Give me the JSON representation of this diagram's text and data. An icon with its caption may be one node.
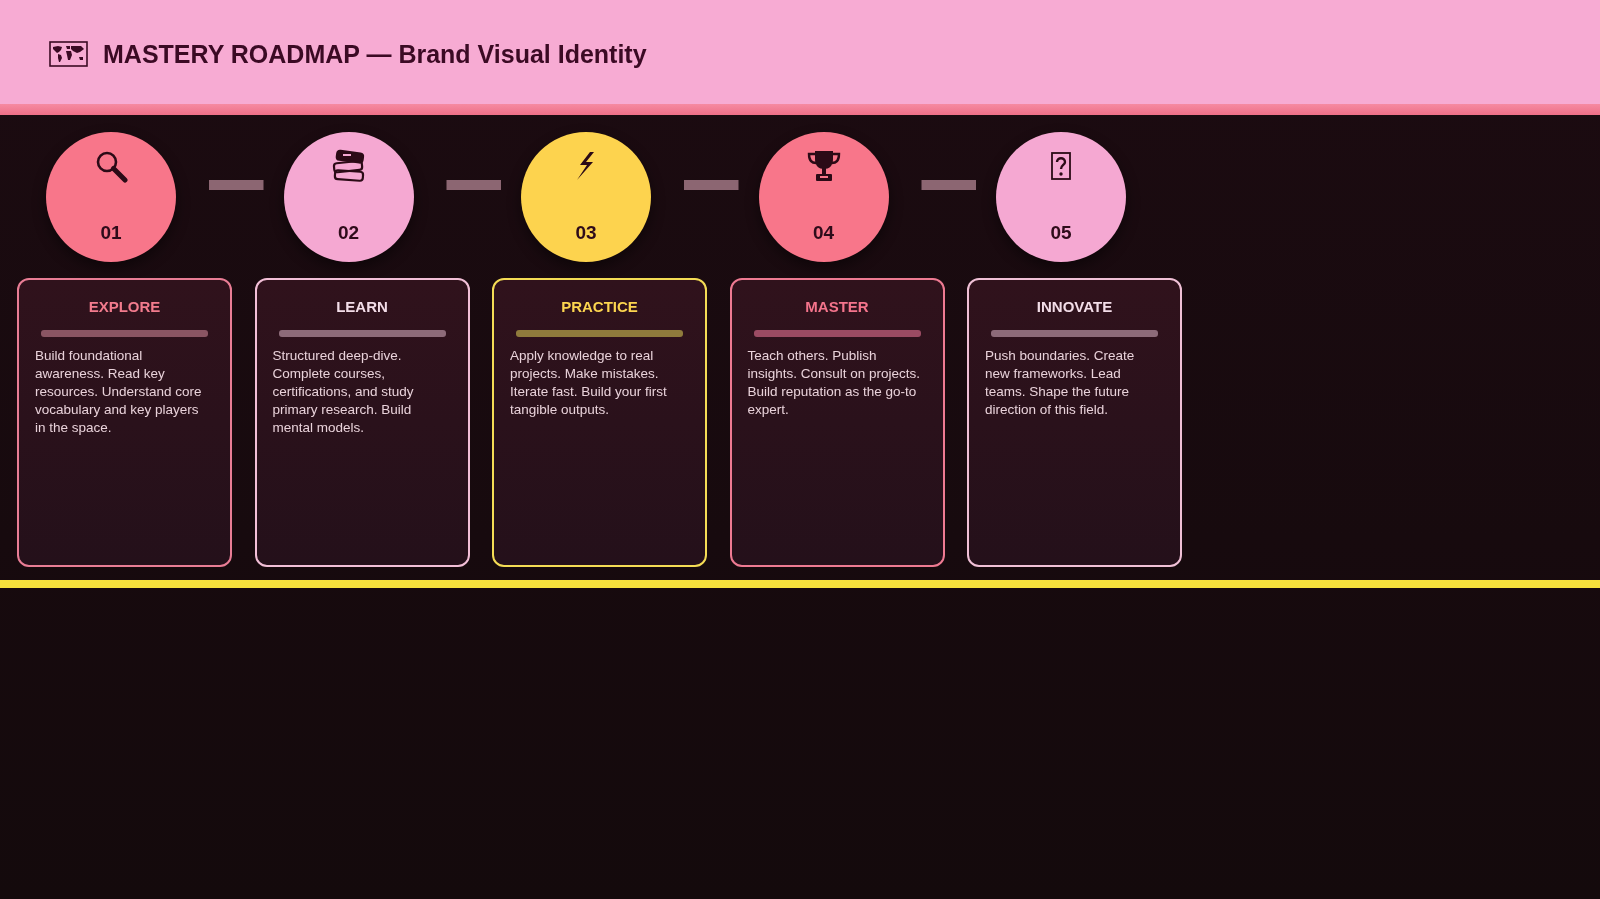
{
  "diagram": {
    "title": "MASTERY ROADMAP — Brand Visual Identity",
    "nodes": [
      {
        "text": [
          "01"
        ]
      },
      {
        "text": [
          "02"
        ]
      },
      {
        "text": [
          "03"
        ]
      },
      {
        "text": [
          "04"
        ]
      },
      {
        "text": [
          "05"
        ]
      },
      {
        "text": [
          "EXPLORE",
          "Build foundational awareness. Read key resources. Understand core vocabulary and key players in the space."
        ]
      },
      {
        "text": [
          "LEARN",
          "Structured deep-dive. Complete courses, certifications, and study primary research. Build mental models."
        ]
      },
      {
        "text": [
          "PRACTICE",
          "Apply knowledge to real projects. Make mistakes. Iterate fast. Build your first tangible outputs."
        ]
      },
      {
        "text": [
          "MASTER",
          "Teach others. Publish insights. Consult on projects. Build reputation as the go-to expert."
        ]
      },
      {
        "text": [
          "INNOVATE",
          "Push boundaries. Create new frameworks. Lead teams. Shape the future direction of this field."
        ]
      }
    ],
    "edges": [
      {
        "from": 0,
        "to": 1,
        "arrow": "none"
      },
      {
        "from": 1,
        "to": 2,
        "arrow": "none"
      },
      {
        "from": 2,
        "to": 3,
        "arrow": "none"
      },
      {
        "from": 3,
        "to": 4,
        "arrow": "none"
      }
    ]
  }
}
